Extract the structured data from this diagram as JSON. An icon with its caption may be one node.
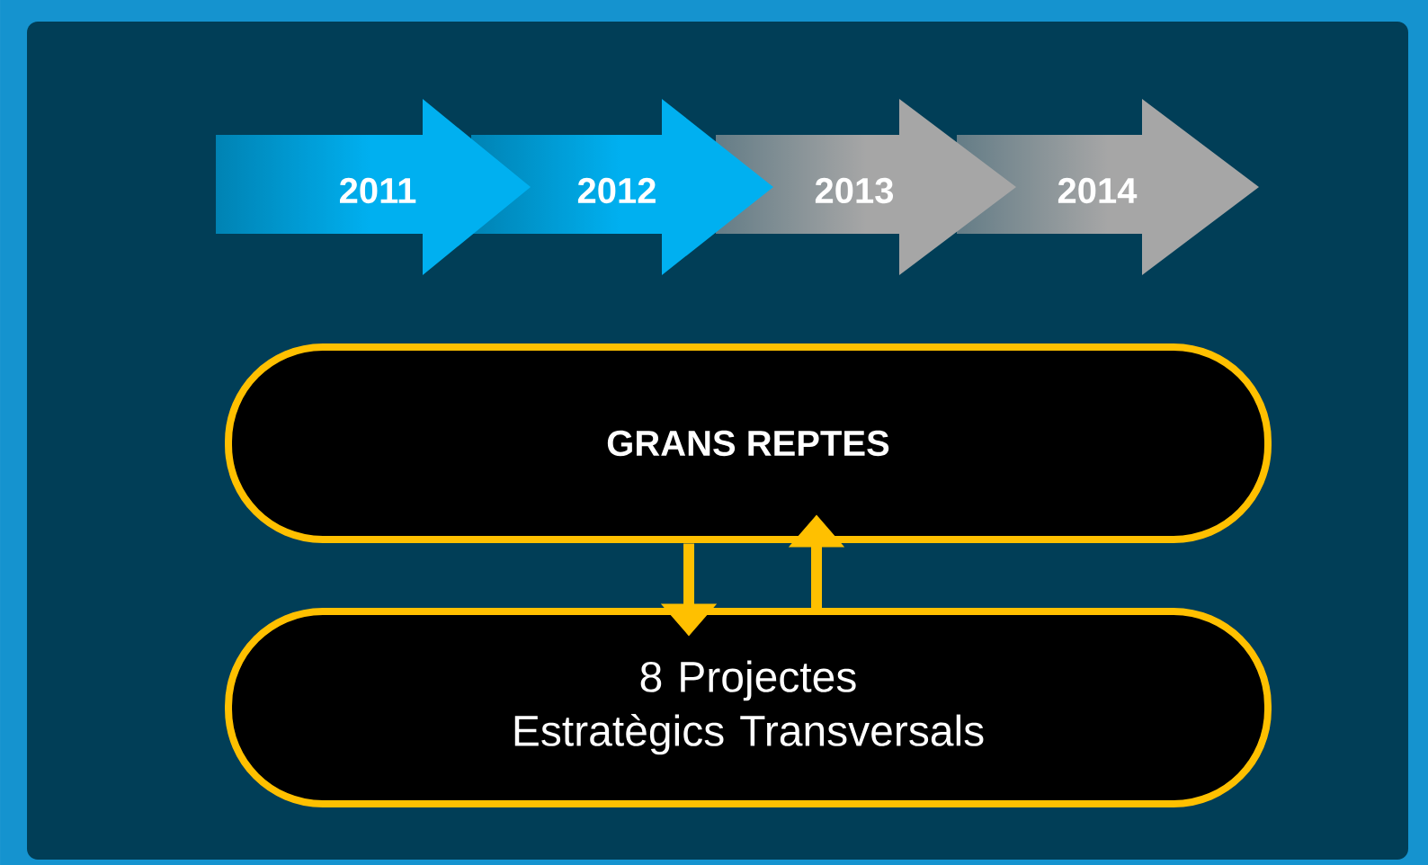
{
  "diagram": {
    "nodes": [
      {
        "text": [
          "2011"
        ]
      },
      {
        "text": [
          "2012"
        ]
      },
      {
        "text": [
          "2013"
        ]
      },
      {
        "text": [
          "2014"
        ]
      },
      {
        "text": [
          "GRANS REPTES"
        ]
      },
      {
        "text": [
          "8 Projectes Estratègics Transversals"
        ]
      }
    ],
    "edges": [
      {
        "from": 4,
        "to": 5,
        "arrow": "to"
      },
      {
        "from": 5,
        "to": 4,
        "arrow": "to"
      }
    ]
  }
}
